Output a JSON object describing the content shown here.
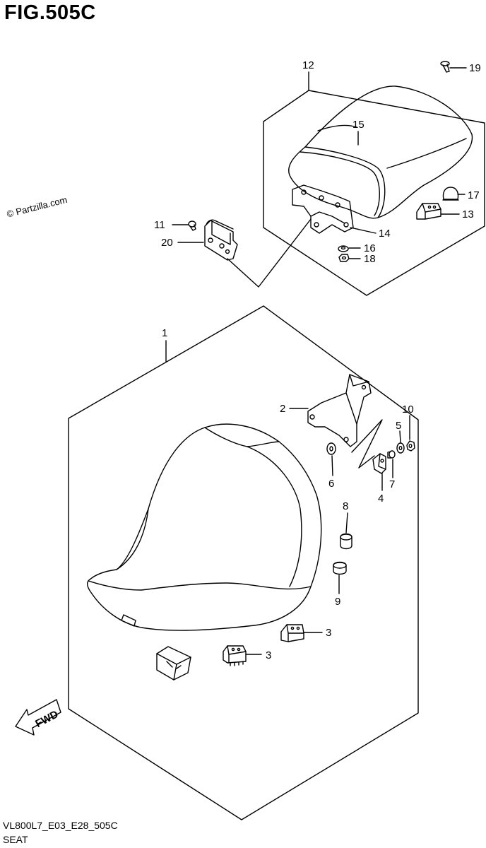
{
  "figure": {
    "title": "FIG.505C",
    "watermark": "© Partzilla.com",
    "diagram_code": "VL800L7_E03_E28_505C",
    "assembly_name": "SEAT",
    "fwd_label": "FWD"
  },
  "callouts": [
    {
      "id": "c1",
      "label": "1"
    },
    {
      "id": "c2",
      "label": "2"
    },
    {
      "id": "c3a",
      "label": "3"
    },
    {
      "id": "c3b",
      "label": "3"
    },
    {
      "id": "c4",
      "label": "4"
    },
    {
      "id": "c5",
      "label": "5"
    },
    {
      "id": "c6",
      "label": "6"
    },
    {
      "id": "c7",
      "label": "7"
    },
    {
      "id": "c8",
      "label": "8"
    },
    {
      "id": "c9",
      "label": "9"
    },
    {
      "id": "c10",
      "label": "10"
    },
    {
      "id": "c11",
      "label": "11"
    },
    {
      "id": "c12",
      "label": "12"
    },
    {
      "id": "c13",
      "label": "13"
    },
    {
      "id": "c14",
      "label": "14"
    },
    {
      "id": "c15",
      "label": "15"
    },
    {
      "id": "c16",
      "label": "16"
    },
    {
      "id": "c17",
      "label": "17"
    },
    {
      "id": "c18",
      "label": "18"
    },
    {
      "id": "c19",
      "label": "19"
    },
    {
      "id": "c20",
      "label": "20"
    }
  ]
}
